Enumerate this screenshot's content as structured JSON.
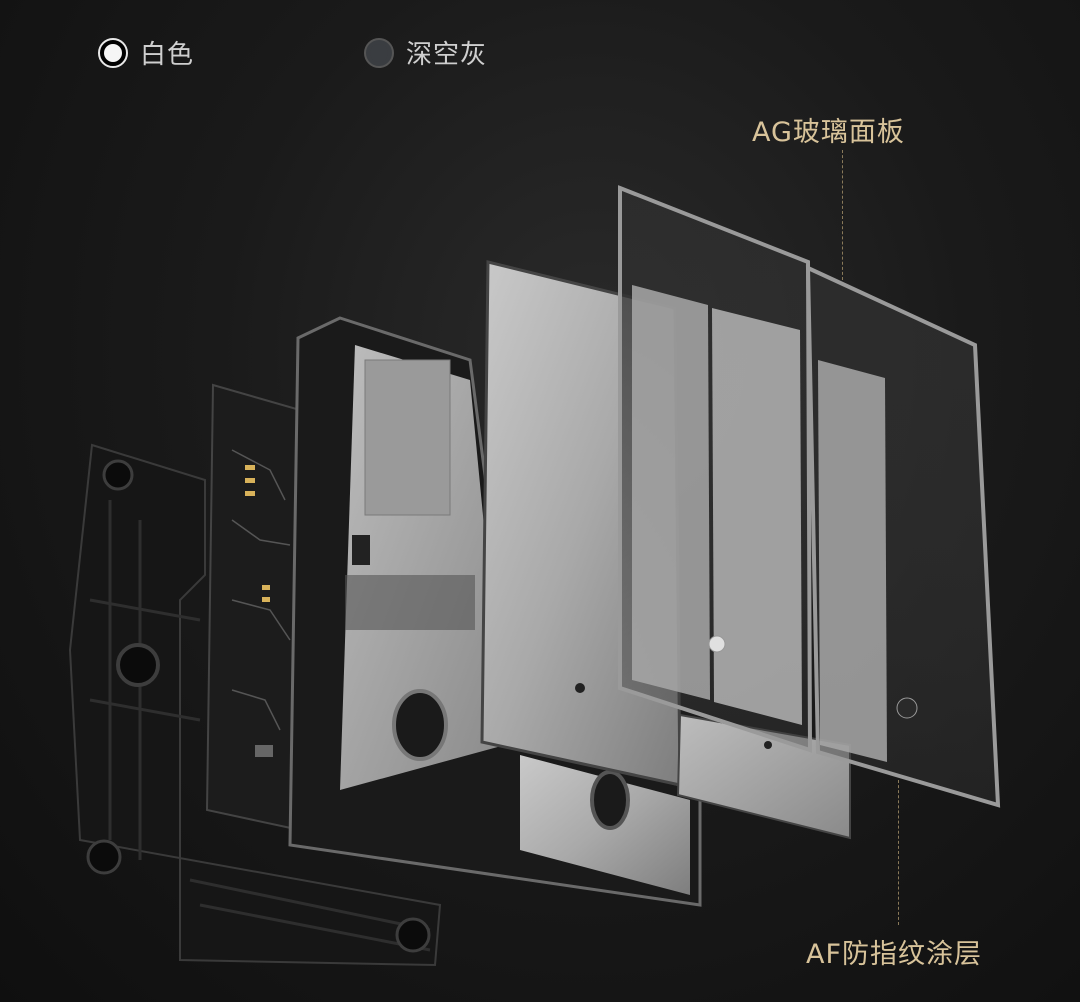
{
  "color_options": [
    {
      "label": "白色",
      "selected": true,
      "color": "#f5f5f5"
    },
    {
      "label": "深空灰",
      "selected": false,
      "color": "#3a3d41"
    }
  ],
  "callouts": {
    "top": "AG玻璃面板",
    "bottom": "AF防指纹涂层"
  },
  "colors": {
    "accent": "#d8c39a",
    "background": "#141414"
  }
}
